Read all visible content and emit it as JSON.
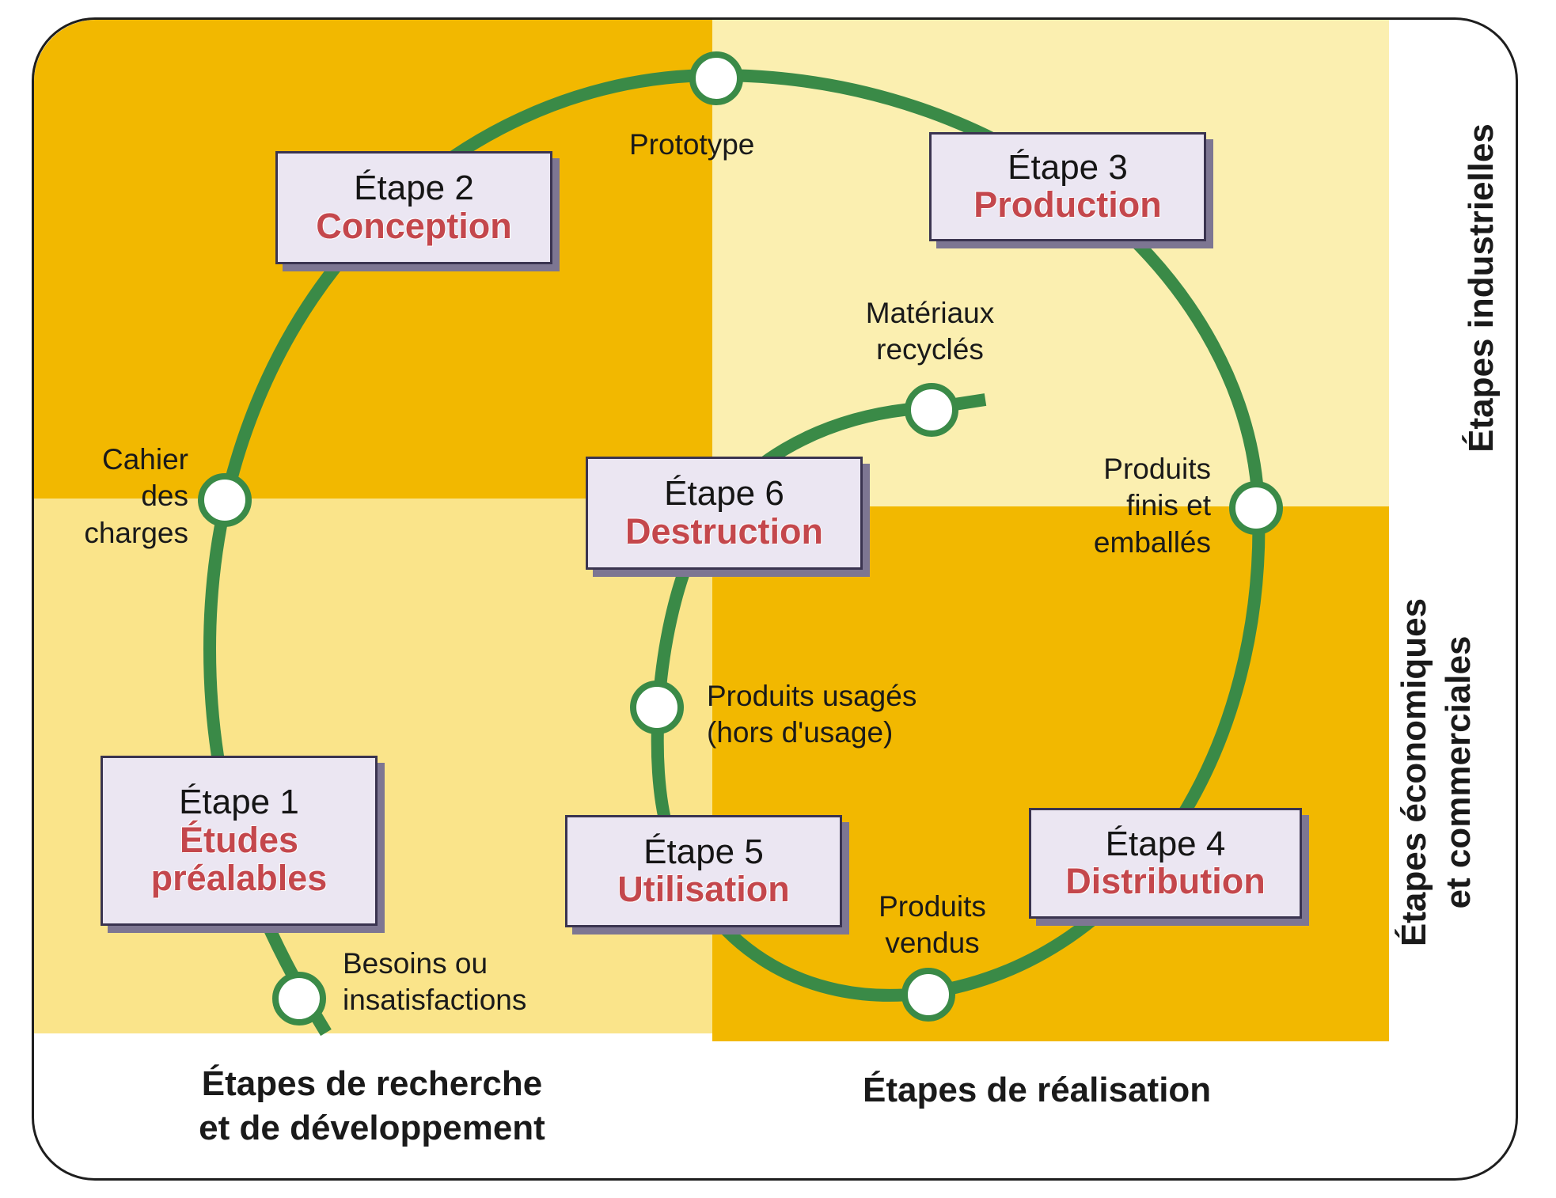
{
  "stages": [
    {
      "number": "Étape 1",
      "name_lines": [
        "Études",
        "préalables"
      ]
    },
    {
      "number": "Étape 2",
      "name_lines": [
        "Conception"
      ]
    },
    {
      "number": "Étape 3",
      "name_lines": [
        "Production"
      ]
    },
    {
      "number": "Étape 4",
      "name_lines": [
        "Distribution"
      ]
    },
    {
      "number": "Étape 5",
      "name_lines": [
        "Utilisation"
      ]
    },
    {
      "number": "Étape 6",
      "name_lines": [
        "Destruction"
      ]
    }
  ],
  "transitions": [
    {
      "lines": [
        "Besoins ou",
        "insatisfactions"
      ]
    },
    {
      "lines": [
        "Cahier",
        "des",
        "charges"
      ]
    },
    {
      "lines": [
        "Prototype"
      ]
    },
    {
      "lines": [
        "Produits",
        "finis et",
        "emballés"
      ]
    },
    {
      "lines": [
        "Produits",
        "vendus"
      ]
    },
    {
      "lines": [
        "Produits usagés",
        "(hors d'usage)"
      ]
    },
    {
      "lines": [
        "Matériaux",
        "recyclés"
      ]
    }
  ],
  "axes": {
    "bottom_left": [
      "Étapes de recherche",
      "et de développement"
    ],
    "bottom_right": [
      "Étapes de réalisation"
    ],
    "right_top": [
      "Étapes industrielles"
    ],
    "right_bottom": [
      "Étapes économiques",
      "et commerciales"
    ]
  },
  "colors": {
    "quadrant_dark": "#f2b800",
    "quadrant_light": "#fae48a",
    "quadrant_pale": "#fbefb0",
    "cycle_line": "#3a8a47",
    "stage_box": "#ebe6f2",
    "stage_name": "#c4474c"
  }
}
